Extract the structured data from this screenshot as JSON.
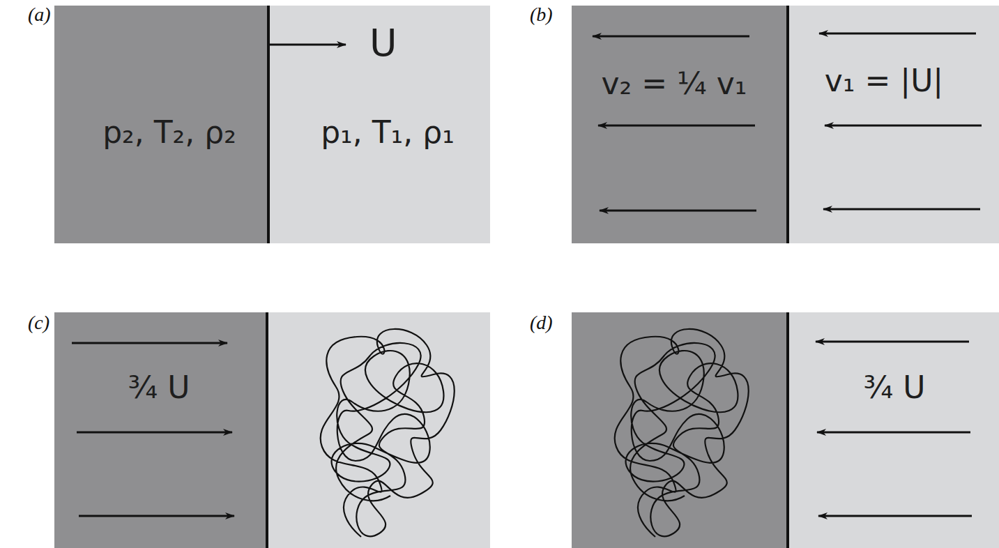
{
  "diagram": {
    "nodes": [
      {
        "text": [
          "p₂, T₂, ρ₂"
        ]
      },
      {
        "text": [
          "p₁, T₁, ρ₁"
        ]
      },
      {
        "text": [
          "v₂ = ¼ v₁"
        ]
      },
      {
        "text": [
          "v₁ = |U|"
        ]
      },
      {
        "text": [
          "¾ U"
        ]
      },
      {
        "text": [
          "¾ U"
        ]
      }
    ],
    "labels": [
      "(a)",
      "U",
      "(b)",
      "(c)",
      "(d)"
    ]
  }
}
